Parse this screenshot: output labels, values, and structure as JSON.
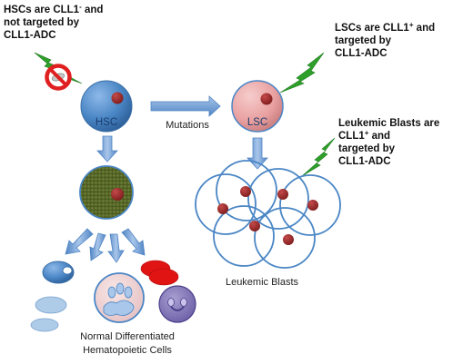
{
  "hsc_note": {
    "line1_prefix": "HSCs are CLL1",
    "line1_sup": "-",
    "line1_suffix": " and",
    "line2": "not targeted by",
    "line3": "CLL1-ADC"
  },
  "lsc_note": {
    "line1_prefix": "LSCs are CLL1",
    "line1_sup": "+",
    "line1_suffix": " and",
    "line2": "targeted by",
    "line3": "CLL1-ADC"
  },
  "blast_note": {
    "line1": "Leukemic Blasts are",
    "line2_prefix": "CLL1",
    "line2_sup": "+",
    "line2_suffix": " and",
    "line3": "targeted by",
    "line4": "CLL1-ADC"
  },
  "cells": {
    "hsc_label": "HSC",
    "lsc_label": "LSC"
  },
  "arrows": {
    "mutations_label": "Mutations"
  },
  "captions": {
    "leukemic_blasts": "Leukemic Blasts",
    "normal_line1": "Normal Differentiated",
    "normal_line2": "Hematopoietic Cells"
  },
  "colors": {
    "cell_blue": "#4a86c5",
    "arrow_blue": "#5b8fcc",
    "lsc_pink": "#e9a0a0",
    "nucleus_red": "#a52a2a",
    "progenitor_green": "#5a6b2a",
    "bolt_green": "#2ea02a",
    "prohibit_red": "#e02020"
  }
}
